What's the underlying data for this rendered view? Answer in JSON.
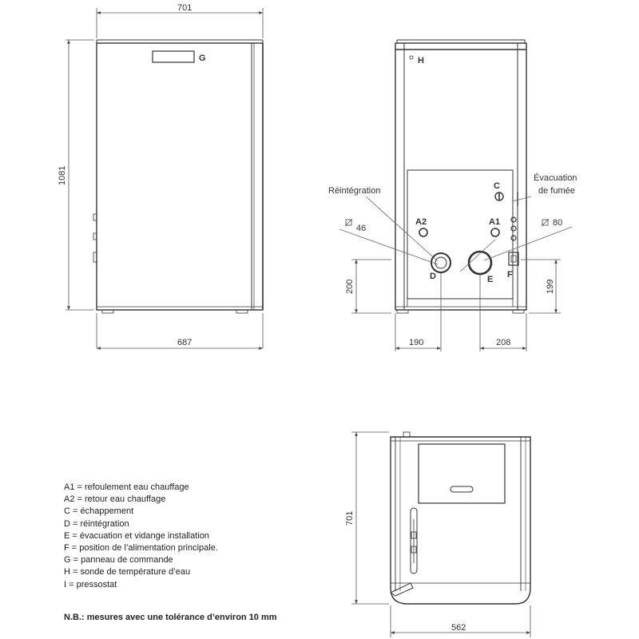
{
  "front_view": {
    "width_top": "701",
    "width_bottom": "687",
    "height": "1081",
    "panel_label": "G"
  },
  "side_view": {
    "sensor_label": "H",
    "labels": {
      "reintegration": "Réintégration",
      "evacuation_line1": "Évacuation",
      "evacuation_line2": "de fumée",
      "A2": "A2",
      "A1": "A1",
      "C": "C",
      "D": "D",
      "E": "E",
      "F": "F"
    },
    "diam_46": "46",
    "diam_80": "80",
    "height_left": "200",
    "height_right": "199",
    "dist_left": "190",
    "dist_right": "208"
  },
  "top_view": {
    "depth": "701",
    "width": "562"
  },
  "legend": [
    "A1 = refoulement eau chauffage",
    "A2 = retour eau chauffage",
    "C = échappement",
    "D = réintégration",
    "E = évacuation et vidange installation",
    "F = position de l’alimentation principale.",
    "G = panneau de commande",
    "H = sonde de température d’eau",
    "I = pressostat"
  ],
  "note": "N.B.: mesures avec une tolérance d’environ 10 mm"
}
